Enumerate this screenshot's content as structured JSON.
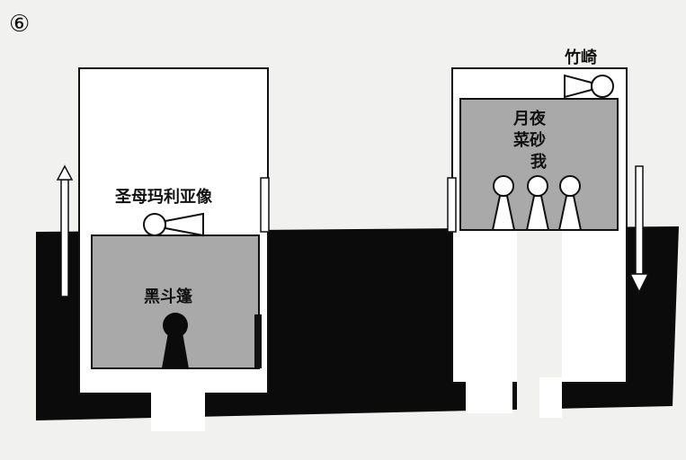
{
  "panel_number": "⑥",
  "labels": {
    "statue": "圣母玛利亚像",
    "black_cloak": "黑斗篷",
    "takezaki": "竹崎",
    "group_line1": "月夜",
    "group_line2": "菜砂",
    "group_line3": "我"
  },
  "icons": {
    "up_arrow": "arrow-up-icon",
    "down_arrow": "arrow-down-icon"
  },
  "colors": {
    "background": "#f1f1ef",
    "shaft": "#0b0b0b",
    "car": "#a9a9a9",
    "outline": "#111111",
    "white": "#ffffff"
  }
}
